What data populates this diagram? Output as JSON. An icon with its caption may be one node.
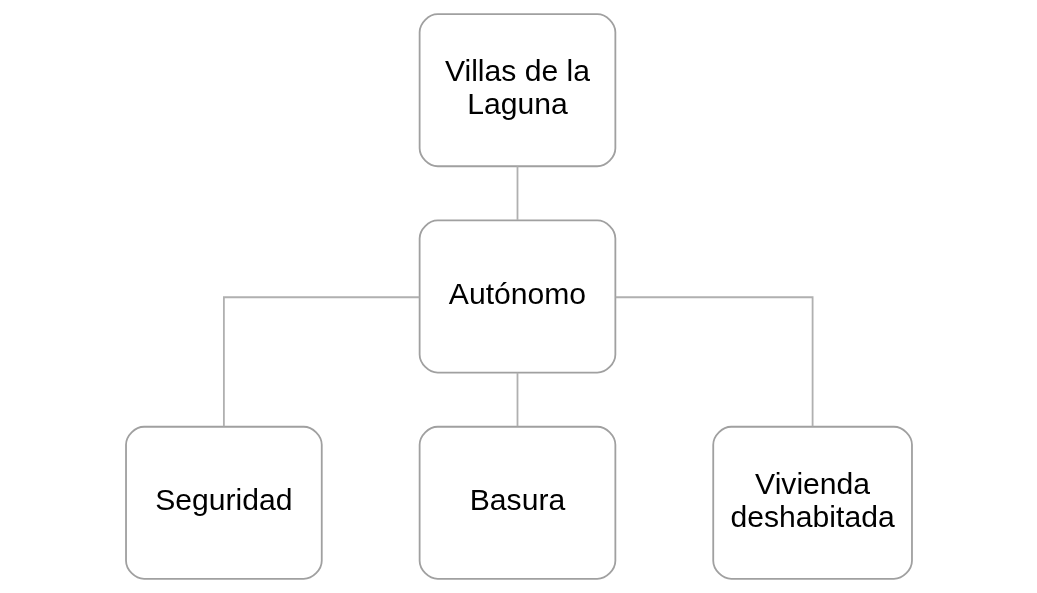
{
  "diagram": {
    "nodes": [
      {
        "text": [
          "Villas de la Laguna"
        ]
      },
      {
        "text": [
          "Autónomo"
        ]
      },
      {
        "text": [
          "Seguridad"
        ]
      },
      {
        "text": [
          "Basura"
        ]
      },
      {
        "text": [
          "Vivienda deshabitada"
        ]
      }
    ],
    "edges": [
      {
        "from": 0,
        "to": 1,
        "arrow": "none"
      },
      {
        "from": 1,
        "to": 2,
        "arrow": "none"
      },
      {
        "from": 1,
        "to": 3,
        "arrow": "none"
      },
      {
        "from": 1,
        "to": 4,
        "arrow": "none"
      }
    ]
  }
}
